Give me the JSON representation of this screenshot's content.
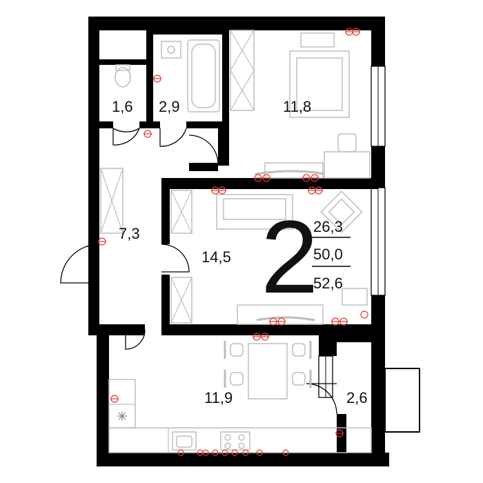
{
  "apartment": {
    "rooms_count": "2",
    "living_area": "26,3",
    "total_area": "50,0",
    "total_area_with_balcony": "52,6"
  },
  "rooms": {
    "toilet": "1,6",
    "bathroom": "2,9",
    "bedroom": "11,8",
    "hall": "7,3",
    "living": "14,5",
    "kitchen": "11,9",
    "balcony": "2,6"
  },
  "colors": {
    "wall": "#000000",
    "furniture": "#bdbdbd",
    "outlet": "#e53935"
  }
}
